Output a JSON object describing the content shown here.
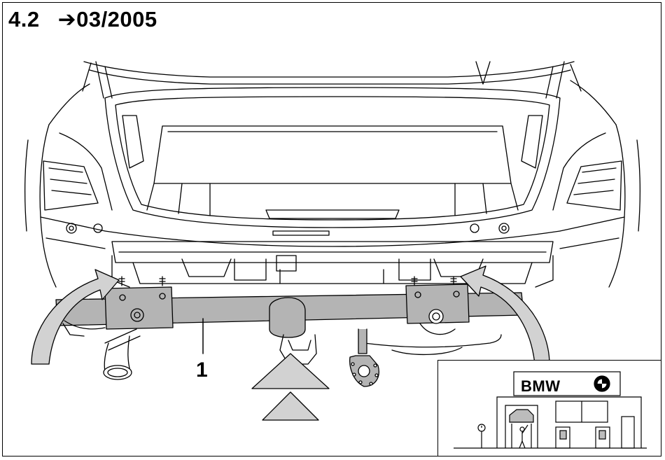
{
  "heading": {
    "section": "4.2",
    "date_range": "➔03/2005"
  },
  "callout": {
    "part_number": "1"
  },
  "workshop": {
    "brand": "BMW",
    "logo_icon": "bmw-roundel-icon"
  },
  "colors": {
    "line": "#000000",
    "part_fill": "#b4b4b4",
    "arrow_fill": "#d2d2d2",
    "tint": "#bcbcbc"
  },
  "icons": [
    "lift-arrow-icon",
    "curved-arrow-icon",
    "bmw-roundel-icon",
    "car-lift-icon",
    "mechanic-icon",
    "pressure-gauge-icon"
  ]
}
